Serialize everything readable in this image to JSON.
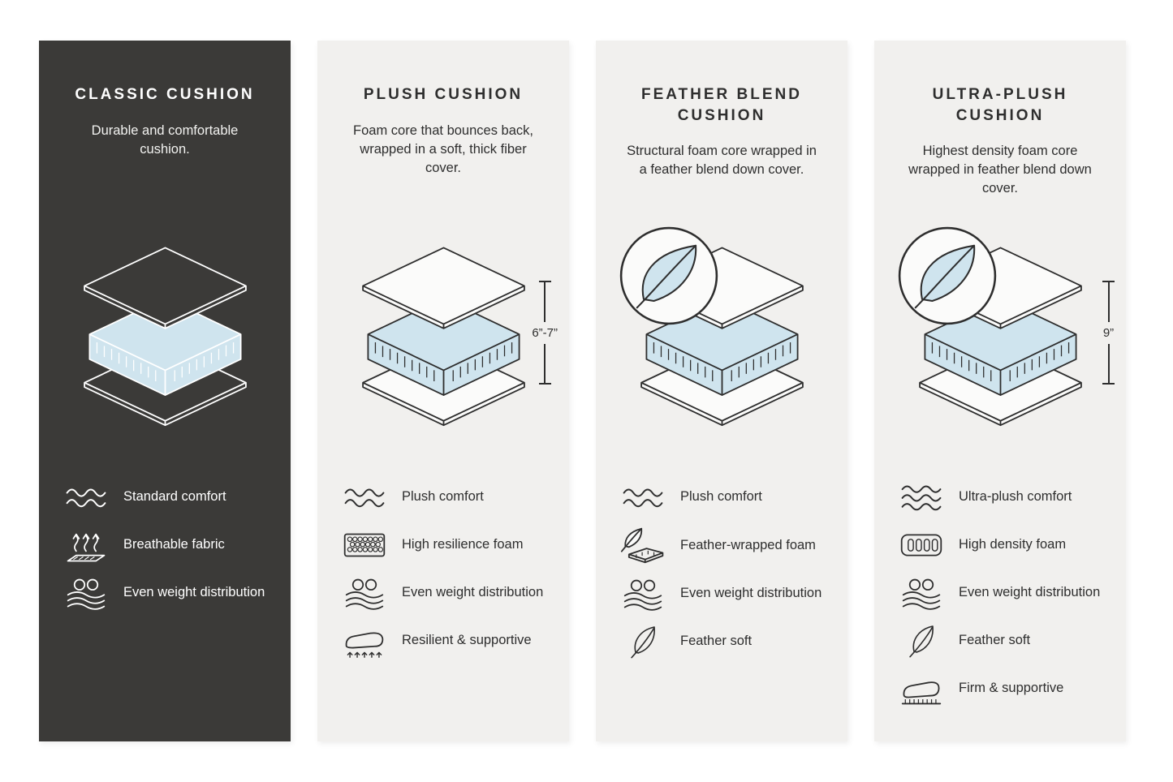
{
  "colors": {
    "accent_blue": "#cfe4ee",
    "dark_bg": "#3b3a38",
    "light_bg": "#f1f0ee"
  },
  "cards": [
    {
      "title": "CLASSIC CUSHION",
      "description": "Durable and comfortable cushion.",
      "features": [
        {
          "icon": "waves-icon",
          "label": "Standard comfort"
        },
        {
          "icon": "breathable-fabric-icon",
          "label": "Breathable fabric"
        },
        {
          "icon": "even-weight-icon",
          "label": "Even weight distribution"
        }
      ]
    },
    {
      "title": "PLUSH CUSHION",
      "description": "Foam core that bounces back, wrapped in a soft, thick fiber cover.",
      "measurement": "6”-7”",
      "features": [
        {
          "icon": "waves-icon",
          "label": "Plush comfort"
        },
        {
          "icon": "honeycomb-foam-icon",
          "label": "High resilience foam"
        },
        {
          "icon": "even-weight-icon",
          "label": "Even weight distribution"
        },
        {
          "icon": "resilient-supportive-icon",
          "label": "Resilient & supportive"
        }
      ]
    },
    {
      "title": "FEATHER BLEND CUSHION",
      "description": "Structural foam core wrapped in a feather blend down cover.",
      "features": [
        {
          "icon": "waves-icon",
          "label": "Plush comfort"
        },
        {
          "icon": "feather-wrapped-foam-icon",
          "label": "Feather-wrapped foam"
        },
        {
          "icon": "even-weight-icon",
          "label": "Even weight distribution"
        },
        {
          "icon": "feather-icon",
          "label": "Feather soft"
        }
      ]
    },
    {
      "title": "ULTRA-PLUSH CUSHION",
      "description": "Highest density foam core wrapped in feather blend down cover.",
      "measurement": "9”",
      "features": [
        {
          "icon": "triple-waves-icon",
          "label": "Ultra-plush comfort"
        },
        {
          "icon": "high-density-foam-icon",
          "label": "High density foam"
        },
        {
          "icon": "even-weight-icon",
          "label": "Even weight distribution"
        },
        {
          "icon": "feather-icon",
          "label": "Feather soft"
        },
        {
          "icon": "firm-supportive-icon",
          "label": "Firm & supportive"
        }
      ]
    }
  ]
}
